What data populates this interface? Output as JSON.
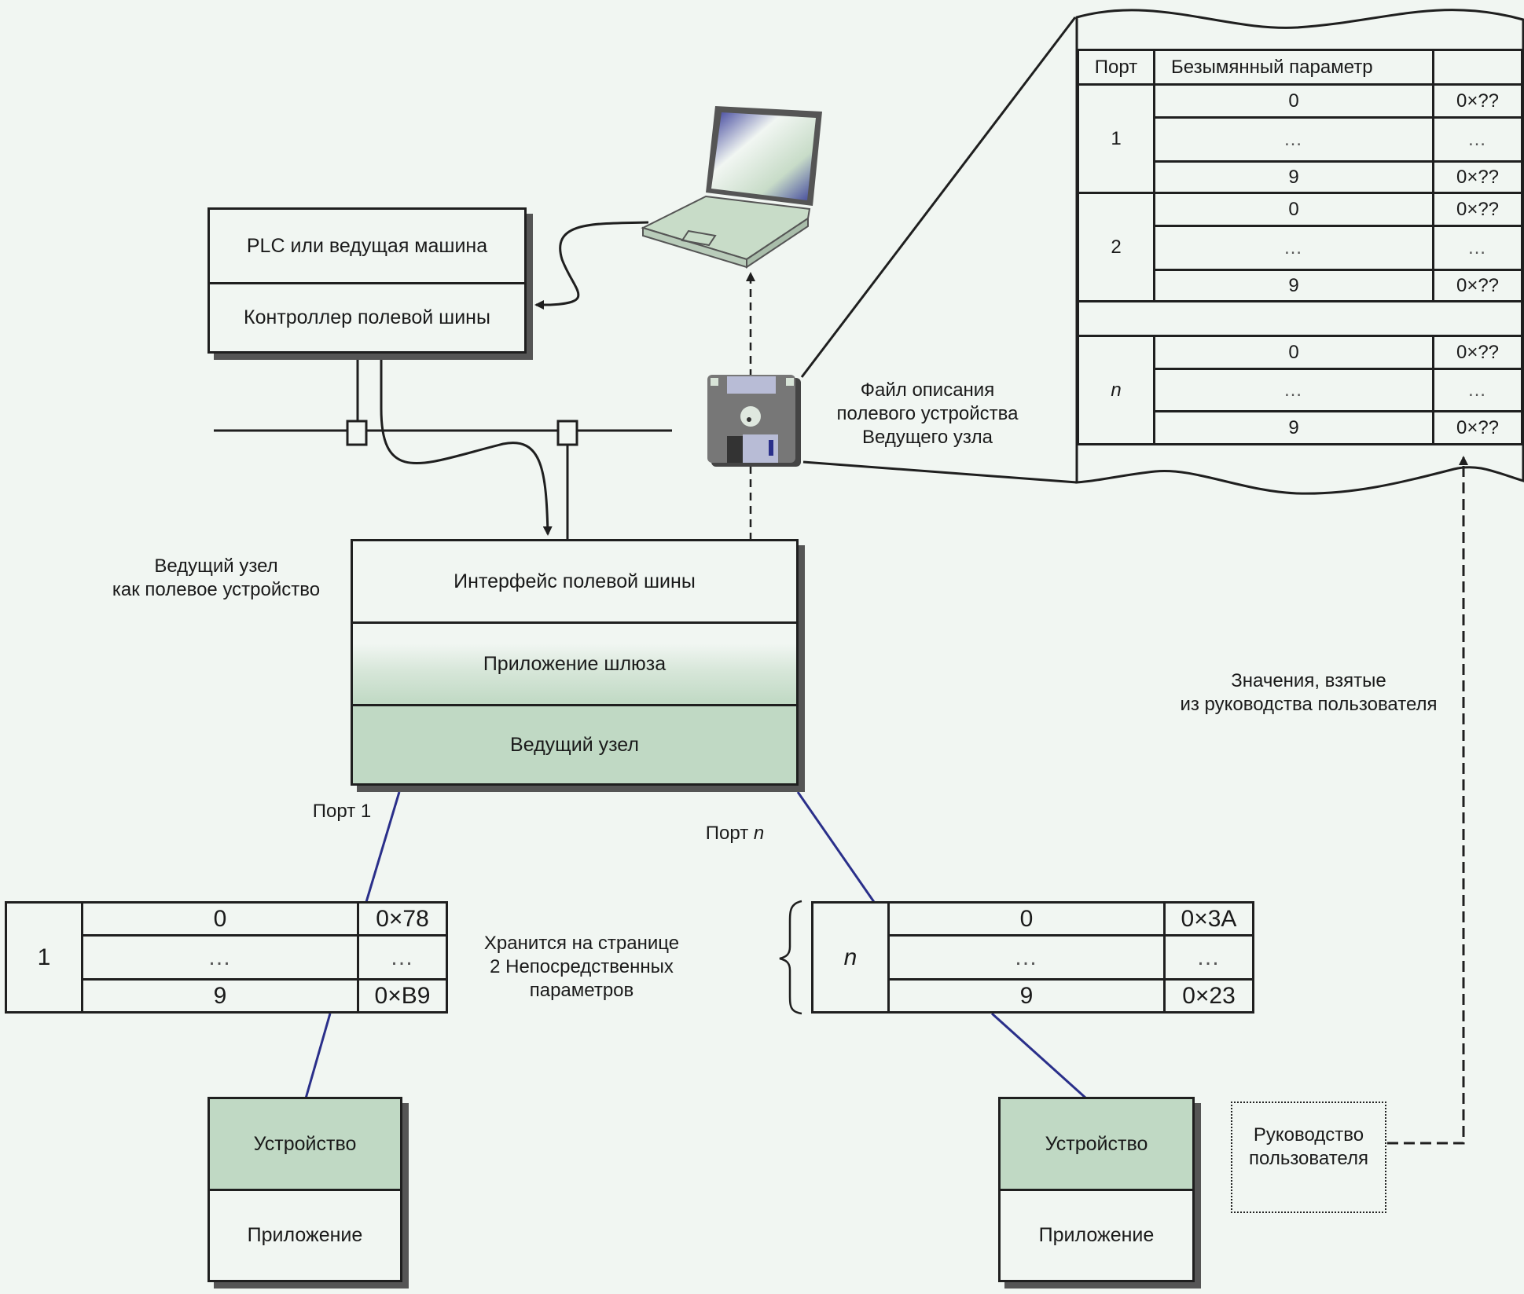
{
  "plc_box": {
    "top_label": "PLC или ведущая машина",
    "bottom_label": "Контроллер полевой шины"
  },
  "master_caption": "Ведущий узел\nкак полевое устройство",
  "master_box": {
    "layers": [
      "Интерфейс полевой шины",
      "Приложение шлюза",
      "Ведущий узел"
    ]
  },
  "file_caption": "Файл описания\nполевого устройства\nВедущего узла",
  "port_labels": {
    "port1": "Порт 1",
    "portn_prefix": "Порт ",
    "portn_var": "n"
  },
  "storage_caption": "Хранится на странице\n2 Непосредственных\nпараметров",
  "values_caption": "Значения, взятые\nиз руководства пользователя",
  "manual_label": "Руководство\nпользователя",
  "device_boxes": [
    {
      "top": "Устройство",
      "bottom": "Приложение"
    },
    {
      "top": "Устройство",
      "bottom": "Приложение"
    }
  ],
  "port1_table": {
    "port": "1",
    "rows": [
      {
        "param": "0",
        "value": "0×78"
      },
      {
        "param": "…",
        "value": "…"
      },
      {
        "param": "9",
        "value": "0×B9"
      }
    ]
  },
  "portn_table": {
    "port": "n",
    "rows": [
      {
        "param": "0",
        "value": "0×3A"
      },
      {
        "param": "…",
        "value": "…"
      },
      {
        "param": "9",
        "value": "0×23"
      }
    ]
  },
  "file_table": {
    "headers": [
      "Порт",
      "Безымянный параметр",
      ""
    ],
    "groups": [
      {
        "port": "1",
        "rows": [
          {
            "param": "0",
            "value": "0×??"
          },
          {
            "param": "…",
            "value": "…"
          },
          {
            "param": "9",
            "value": "0×??"
          }
        ]
      },
      {
        "port": "2",
        "rows": [
          {
            "param": "0",
            "value": "0×??"
          },
          {
            "param": "…",
            "value": "…"
          },
          {
            "param": "9",
            "value": "0×??"
          }
        ]
      },
      {
        "port": "n",
        "rows": [
          {
            "param": "0",
            "value": "0×??"
          },
          {
            "param": "…",
            "value": "…"
          },
          {
            "param": "9",
            "value": "0×??"
          }
        ]
      }
    ]
  }
}
